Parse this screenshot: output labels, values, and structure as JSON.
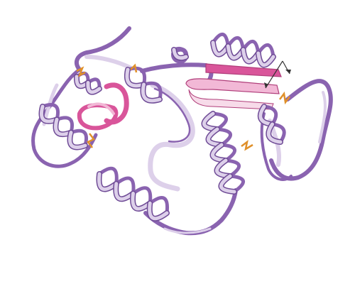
{
  "figure": {
    "kind": "protein ribbon diagram",
    "colors": {
      "background": "#ffffff",
      "ribbon_dark": "#8a63b0",
      "ribbon_light": "#ddd0ea",
      "ribbon_outline": "#6f4b96",
      "strand_pink": "#d9559a",
      "strand_pink_light": "#f2b8d6",
      "disulfide": "#e0902a",
      "arrow": "#333333"
    },
    "elements": {
      "helices": 8,
      "beta_strands": 4,
      "disulfide_bonds": 5,
      "pointer_arrows": 2
    }
  }
}
